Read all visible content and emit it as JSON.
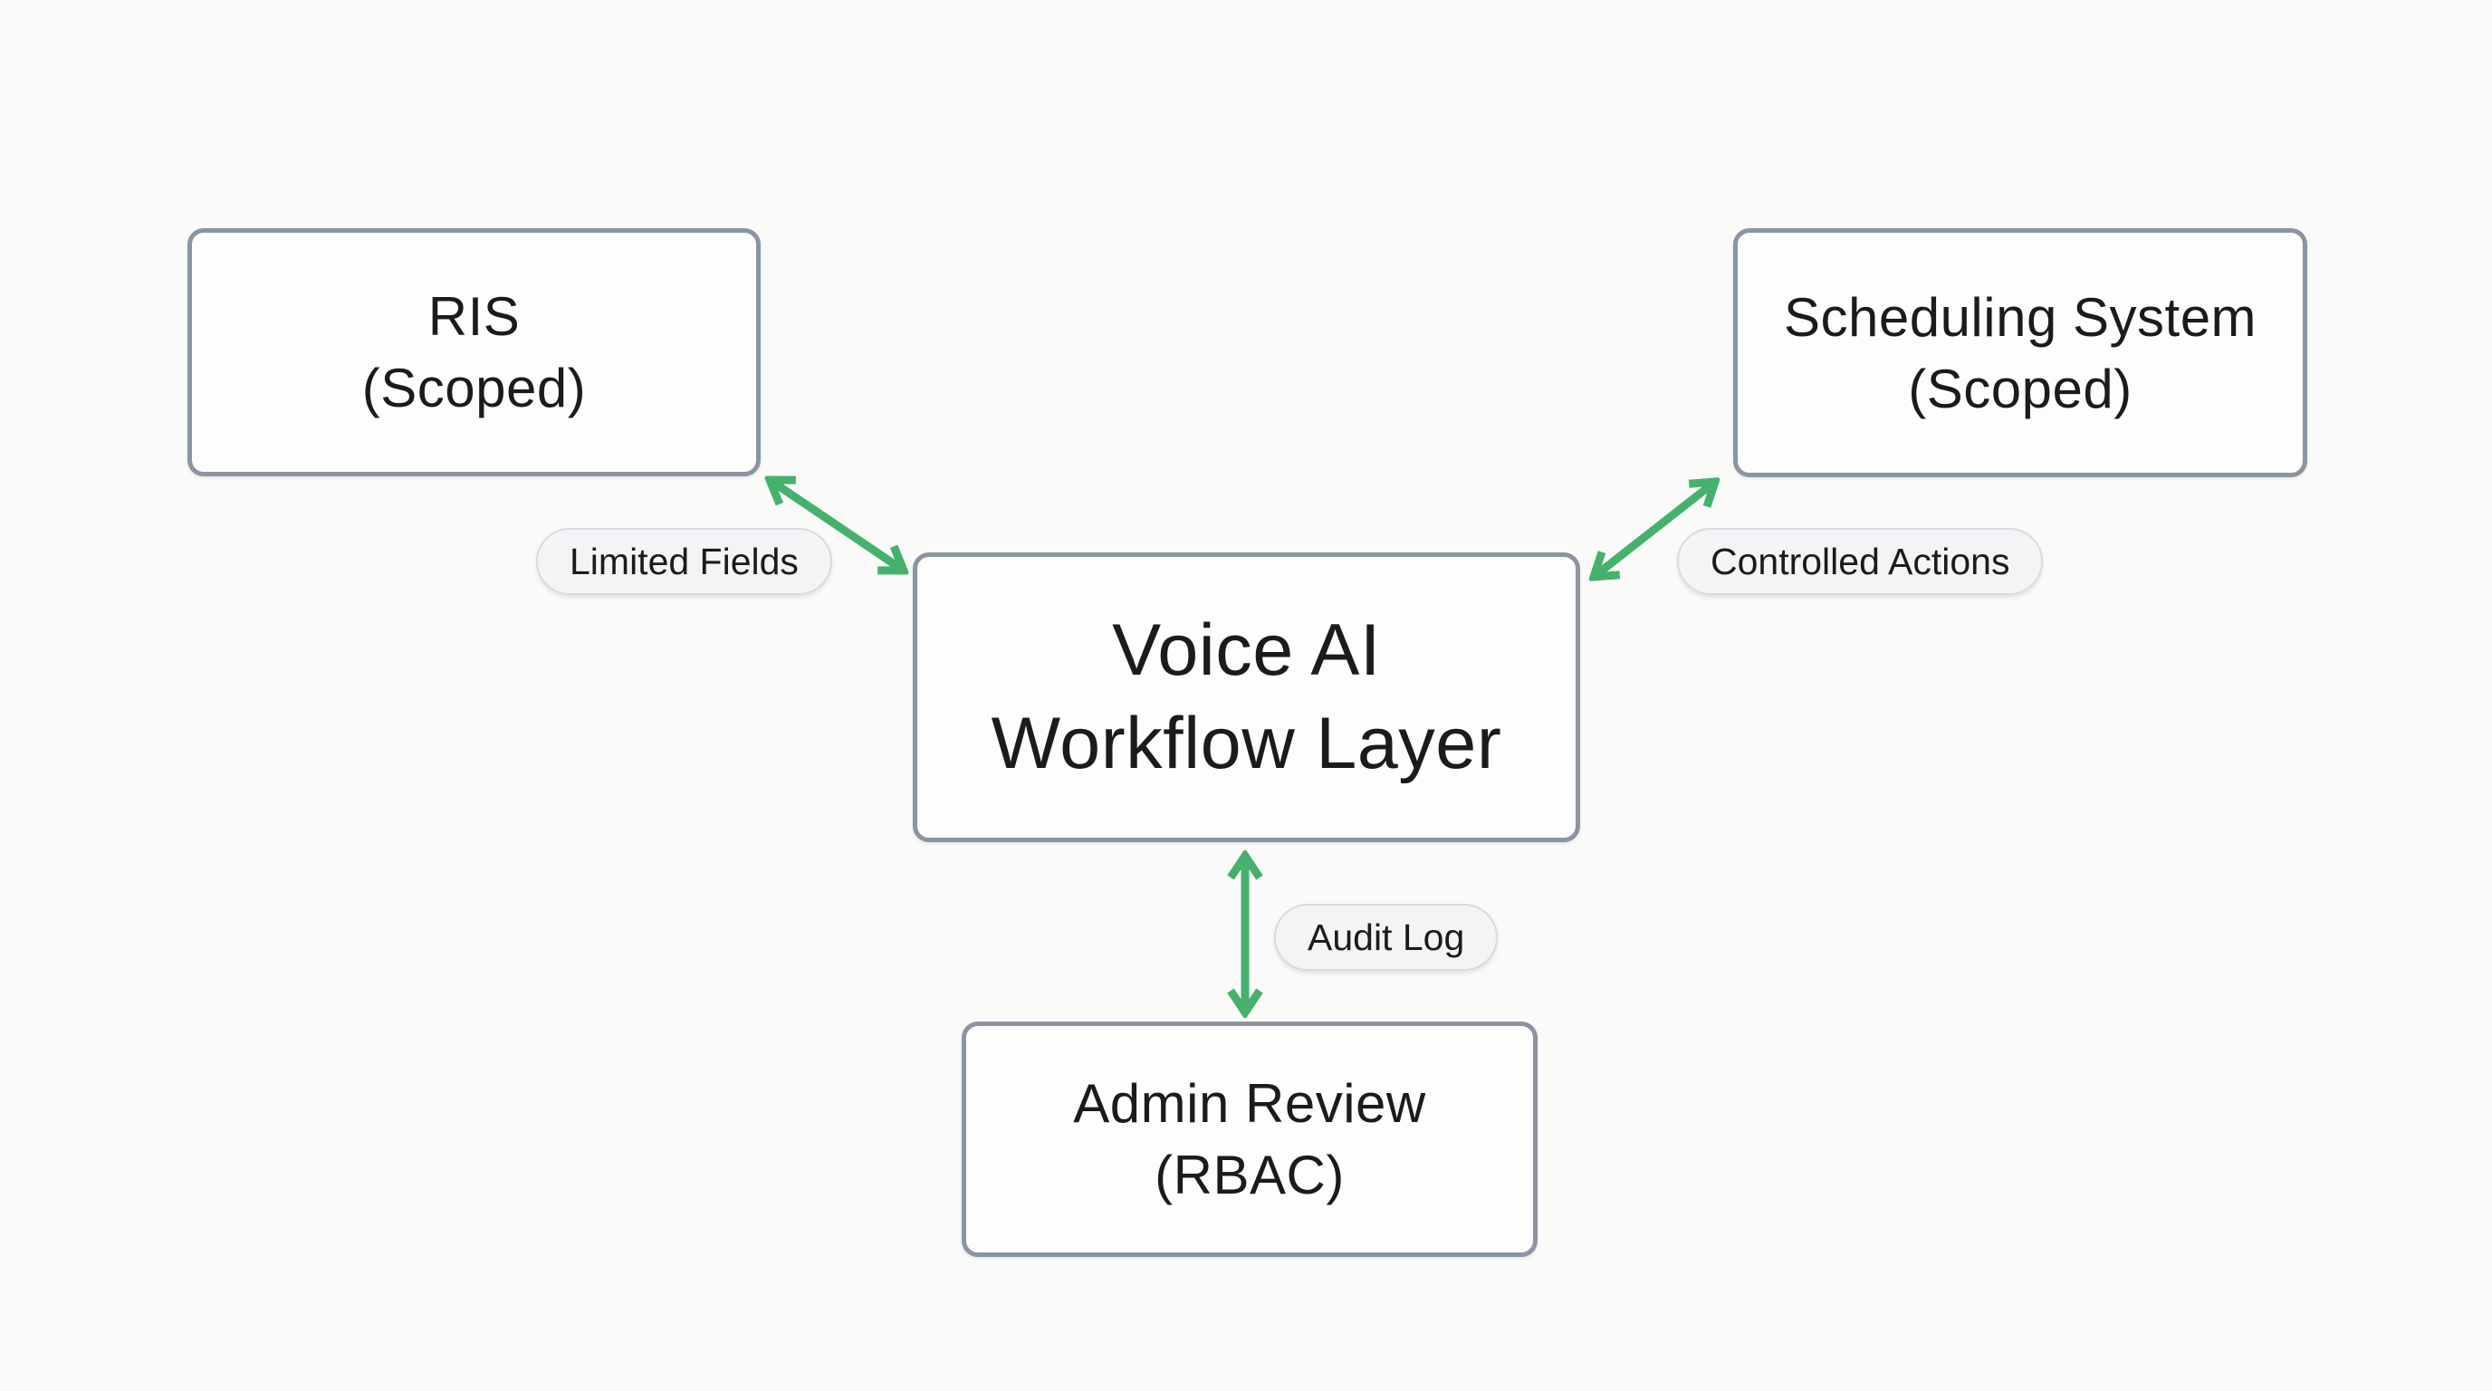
{
  "nodes": {
    "ris": {
      "line1": "RIS",
      "line2": "(Scoped)"
    },
    "scheduling": {
      "line1": "Scheduling System",
      "line2": "(Scoped)"
    },
    "voice_ai": {
      "line1": "Voice AI",
      "line2": "Workflow Layer"
    },
    "admin_review": {
      "line1": "Admin Review",
      "line2": "(RBAC)"
    }
  },
  "edges": [
    {
      "from": "ris",
      "to": "voice_ai",
      "label": "Limited Fields",
      "direction": "bidirectional"
    },
    {
      "from": "voice_ai",
      "to": "scheduling",
      "label": "Controlled Actions",
      "direction": "bidirectional"
    },
    {
      "from": "voice_ai",
      "to": "admin_review",
      "label": "Audit Log",
      "direction": "bidirectional"
    }
  ],
  "colors": {
    "arrow_green": "#46b16c",
    "node_border": "#8b95a1",
    "node_fill": "#fdfdfe",
    "canvas_background": "#fafaf9",
    "pill_fill": "#f3f4f6",
    "pill_border": "#d8dbdf",
    "text": "#1a1b1d"
  }
}
